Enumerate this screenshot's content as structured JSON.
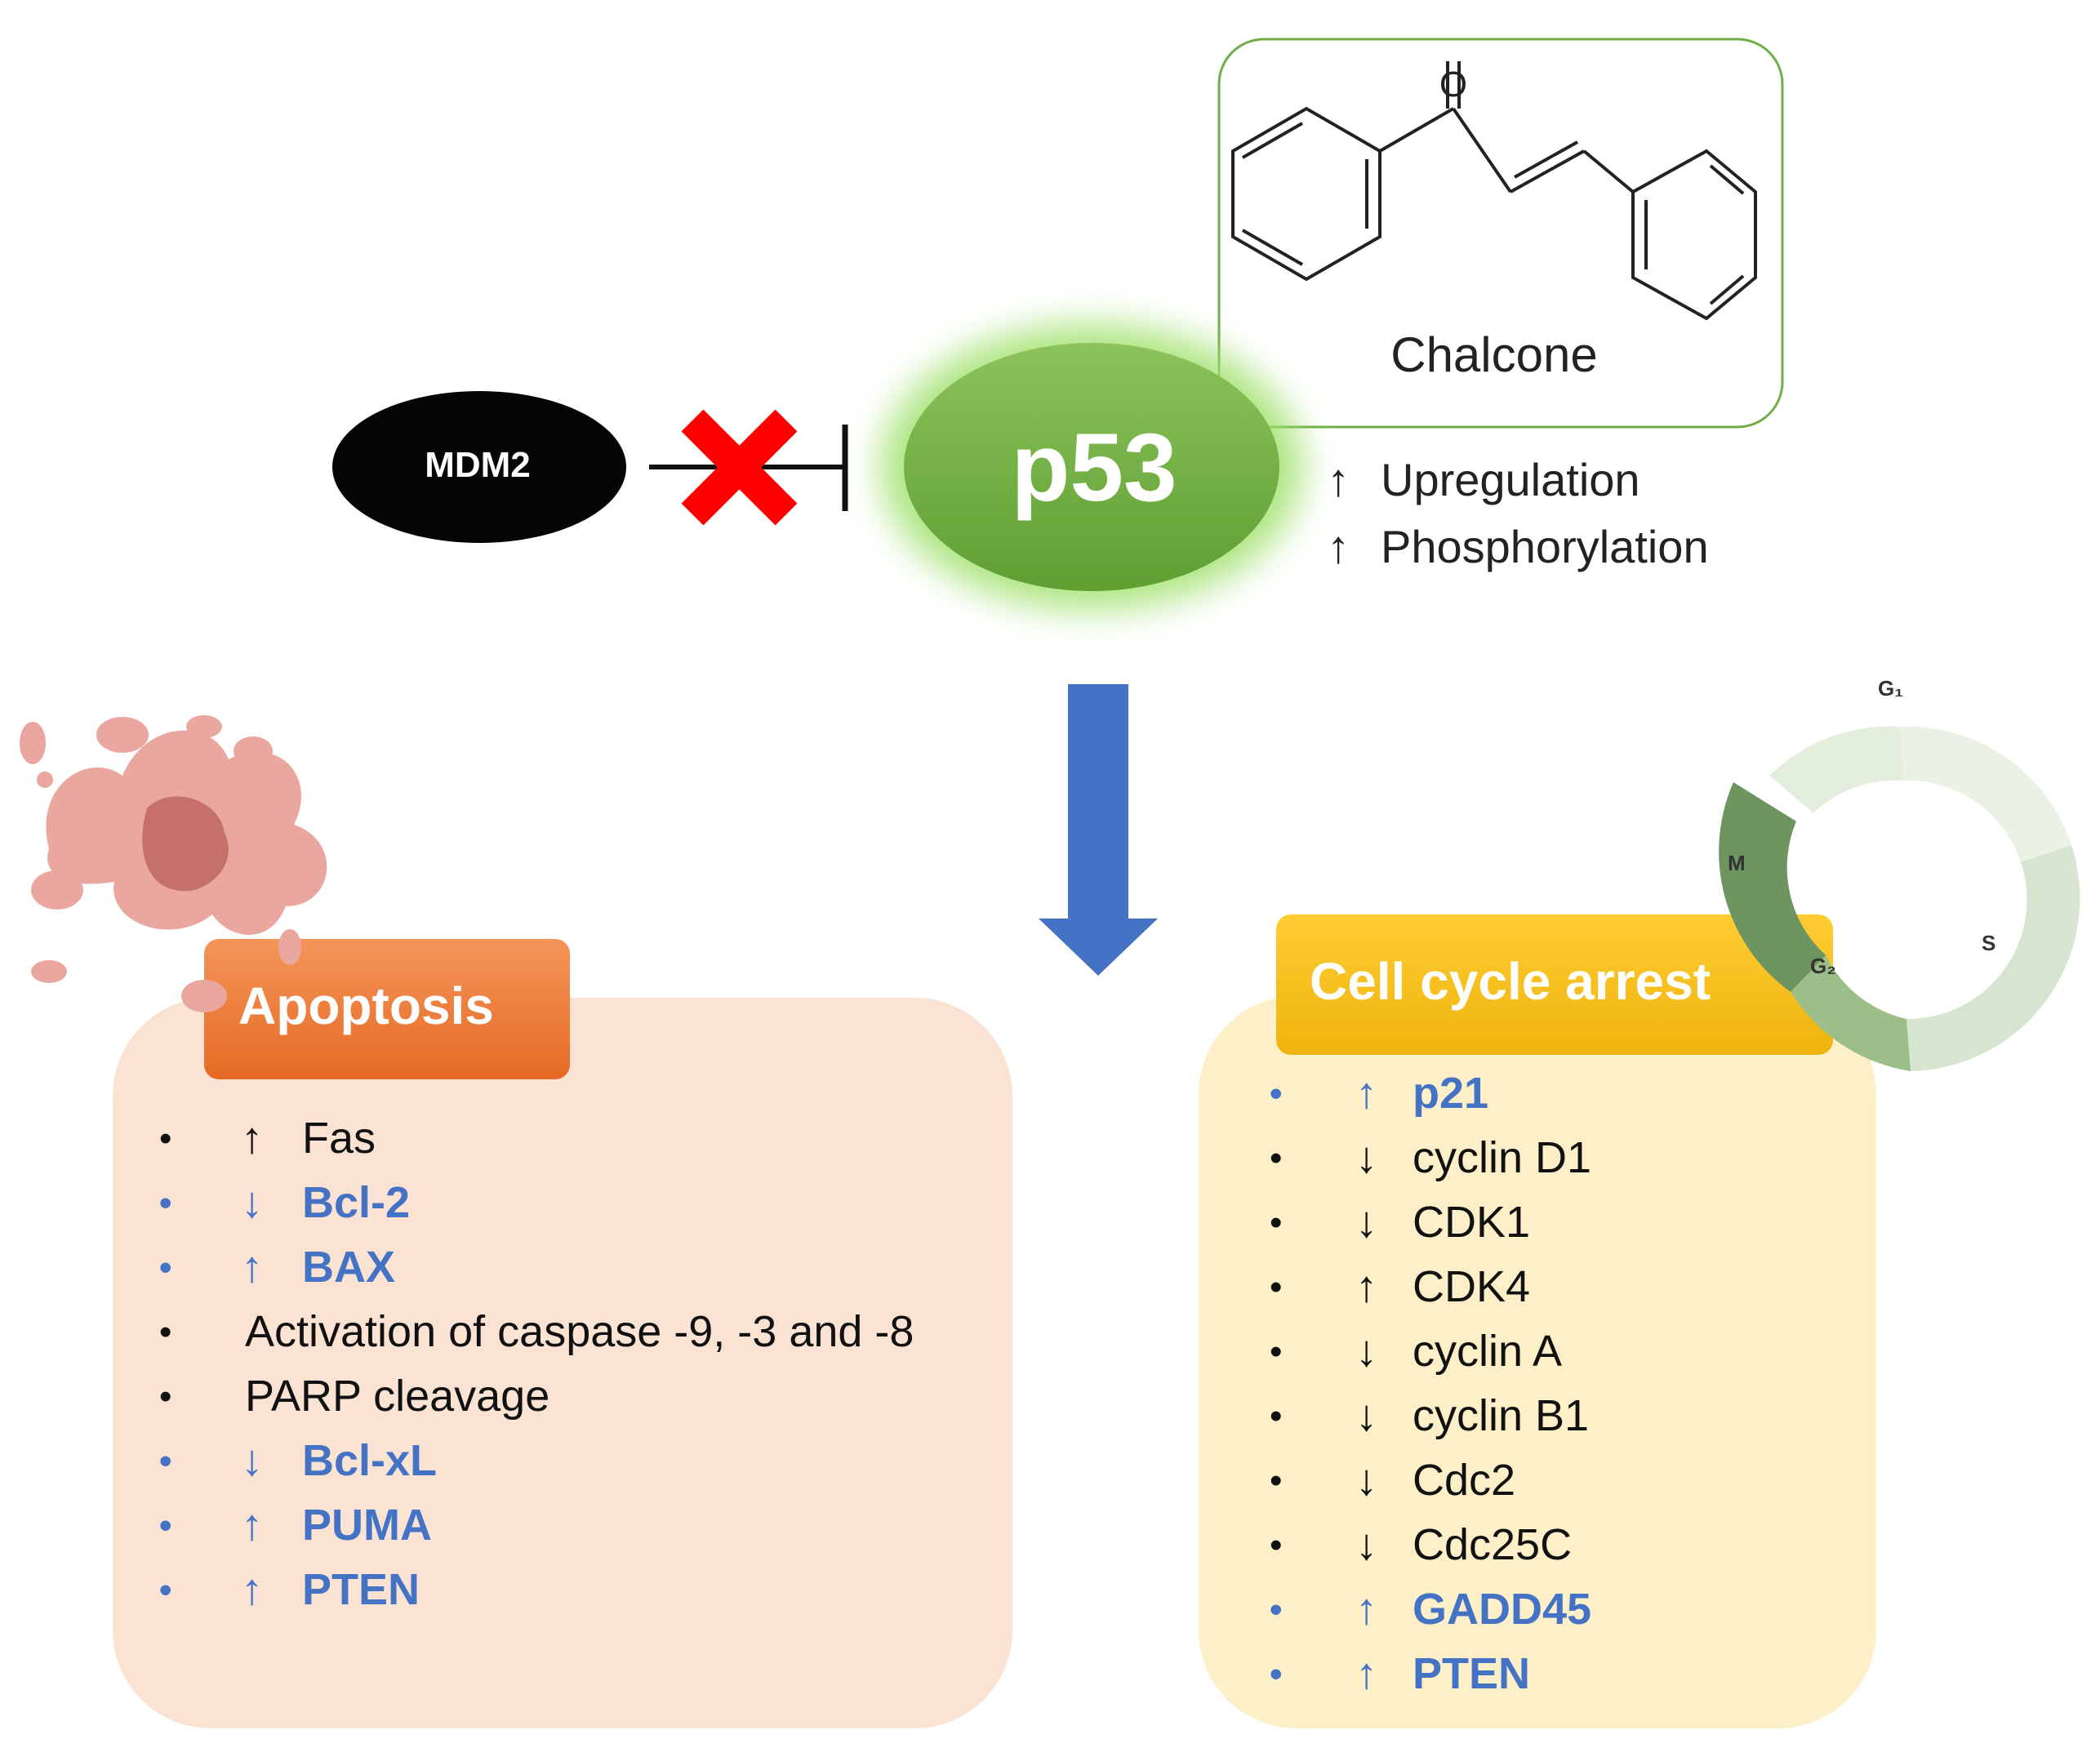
{
  "chalcone": {
    "label": "Chalcone",
    "oxygen_label": "O"
  },
  "mdm2": {
    "label": "MDM2"
  },
  "p53": {
    "label": "p53"
  },
  "effects": [
    {
      "arrow": "↑",
      "text": "Upregulation"
    },
    {
      "arrow": "↑",
      "text": "Phosphorylation"
    }
  ],
  "apoptosis": {
    "title": "Apoptosis",
    "items": [
      {
        "bullet": "•",
        "arrow": "↑",
        "text": "Fas",
        "highlight": false
      },
      {
        "bullet": "•",
        "arrow": "↓",
        "text": "Bcl-2",
        "highlight": true
      },
      {
        "bullet": "•",
        "arrow": "↑",
        "text": "BAX",
        "highlight": true
      },
      {
        "bullet": "•",
        "arrow": "",
        "text": "Activation of caspase -9, -3 and -8",
        "highlight": false
      },
      {
        "bullet": "•",
        "arrow": "",
        "text": "PARP cleavage",
        "highlight": false
      },
      {
        "bullet": "•",
        "arrow": "↓",
        "text": "Bcl-xL",
        "highlight": true
      },
      {
        "bullet": "•",
        "arrow": "↑",
        "text": "PUMA",
        "highlight": true
      },
      {
        "bullet": "•",
        "arrow": "↑",
        "text": "PTEN",
        "highlight": true
      }
    ]
  },
  "cell_cycle": {
    "title": "Cell cycle arrest",
    "items": [
      {
        "bullet": "•",
        "arrow": "↑",
        "text": "p21",
        "highlight": true
      },
      {
        "bullet": "•",
        "arrow": "↓",
        "text": "cyclin D1",
        "highlight": false
      },
      {
        "bullet": "•",
        "arrow": "↓",
        "text": "CDK1",
        "highlight": false
      },
      {
        "bullet": "•",
        "arrow": "↑",
        "text": "CDK4",
        "highlight": false
      },
      {
        "bullet": "•",
        "arrow": "↓",
        "text": "cyclin A",
        "highlight": false
      },
      {
        "bullet": "•",
        "arrow": "↓",
        "text": "cyclin B1",
        "highlight": false
      },
      {
        "bullet": "•",
        "arrow": "↓",
        "text": "Cdc2",
        "highlight": false
      },
      {
        "bullet": "•",
        "arrow": "↓",
        "text": "Cdc25C",
        "highlight": false
      },
      {
        "bullet": "•",
        "arrow": "↑",
        "text": "GADD45",
        "highlight": true
      },
      {
        "bullet": "•",
        "arrow": "↑",
        "text": "PTEN",
        "highlight": true
      }
    ],
    "phases": {
      "g1": "G₁",
      "s": "S",
      "g2": "G₂",
      "m": "M"
    }
  },
  "colors": {
    "highlight_text": "#4472c4",
    "apoptosis_box": "#fbe3d4",
    "apoptosis_header": "#ec7a3a",
    "cell_cycle_box": "#fdf0c8",
    "cell_cycle_header": "#f5bc16",
    "p53": "#6fb03d",
    "chalcone_border": "#70ad47",
    "down_arrow": "#4472c4",
    "inhibition_x": "#ff0000"
  }
}
